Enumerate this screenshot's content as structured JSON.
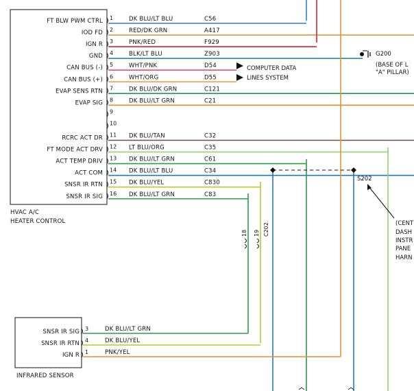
{
  "hvac_module": {
    "title_line1": "HVAC A/C",
    "title_line2": "HEATER CONTROL",
    "pins": [
      {
        "pin": "1",
        "label": "FT BLW PWM CTRL",
        "wire": "DK BLU/LT BLU",
        "circuit": "C56",
        "color": "#2f7fd8"
      },
      {
        "pin": "2",
        "label": "IOD FD",
        "wire": "RED/DK GRN",
        "circuit": "A417",
        "color": "#d99a3a"
      },
      {
        "pin": "3",
        "label": "IGN R",
        "wire": "PNK/RED",
        "circuit": "F929",
        "color": "#e0202f"
      },
      {
        "pin": "4",
        "label": "GND",
        "wire": "BLK/LT BLU",
        "circuit": "Z903",
        "color": "#1f8f9c"
      },
      {
        "pin": "5",
        "label": "CAN BUS (-)",
        "wire": "WHT/PNK",
        "circuit": "D54",
        "color": "#e8506a"
      },
      {
        "pin": "6",
        "label": "CAN BUS (+)",
        "wire": "WHT/ORG",
        "circuit": "D55",
        "color": "#e89a40"
      },
      {
        "pin": "7",
        "label": "EVAP SENS RTN",
        "wire": "DK BLU/DK GRN",
        "circuit": "C121",
        "color": "#1e8a5a"
      },
      {
        "pin": "8",
        "label": "EVAP SIG",
        "wire": "DK BLU/LT GRN",
        "circuit": "C21",
        "color": "#e0902a"
      },
      {
        "pin": "9",
        "label": "",
        "wire": "",
        "circuit": "",
        "color": ""
      },
      {
        "pin": "10",
        "label": "",
        "wire": "",
        "circuit": "",
        "color": ""
      },
      {
        "pin": "11",
        "label": "RCRC ACT DR",
        "wire": "DK BLU/TAN",
        "circuit": "C32",
        "color": "#6b5040"
      },
      {
        "pin": "12",
        "label": "FT MODE ACT DRV",
        "wire": "LT BLU/ORG",
        "circuit": "C35",
        "color": "#8fd07a"
      },
      {
        "pin": "13",
        "label": "ACT TEMP DRIV",
        "wire": "DK BLU/LT GRN",
        "circuit": "C61",
        "color": "#2a9d4a"
      },
      {
        "pin": "14",
        "label": "ACT COM",
        "wire": "DK BLU/LT BLU",
        "circuit": "C34",
        "color": "#1e7ad0"
      },
      {
        "pin": "15",
        "label": "SNSR IR RTN",
        "wire": "DK BLU/YEL",
        "circuit": "C830",
        "color": "#b8c832"
      },
      {
        "pin": "16",
        "label": "SNSR IR SIG",
        "wire": "DK BLU/LT GRN",
        "circuit": "C83",
        "color": "#2a9d4a"
      }
    ]
  },
  "infrared_sensor": {
    "title": "INFRARED SENSOR",
    "pins": [
      {
        "pin": "3",
        "label": "SNSR IR SIG",
        "wire": "DK BLU/LT GRN",
        "color": "#2a9d4a"
      },
      {
        "pin": "4",
        "label": "SNSR IR RTN",
        "wire": "DK BLU/YEL",
        "color": "#b8c832"
      },
      {
        "pin": "1",
        "label": "IGN R",
        "wire": "PNK/YEL",
        "color": "#e8932a"
      }
    ]
  },
  "connector": {
    "name": "C202",
    "pins": [
      "18",
      "19"
    ]
  },
  "ground": {
    "name": "G200",
    "note_line1": "(BASE OF L",
    "note_line2": "\"A\" PILLAR)"
  },
  "computer_data": {
    "line1": "COMPUTER DATA",
    "line2": "LINES SYSTEM"
  },
  "splice": {
    "name": "S202",
    "note_lines": [
      "(CENT",
      "DASH",
      "INSTR",
      "PANE",
      "HARN"
    ]
  }
}
